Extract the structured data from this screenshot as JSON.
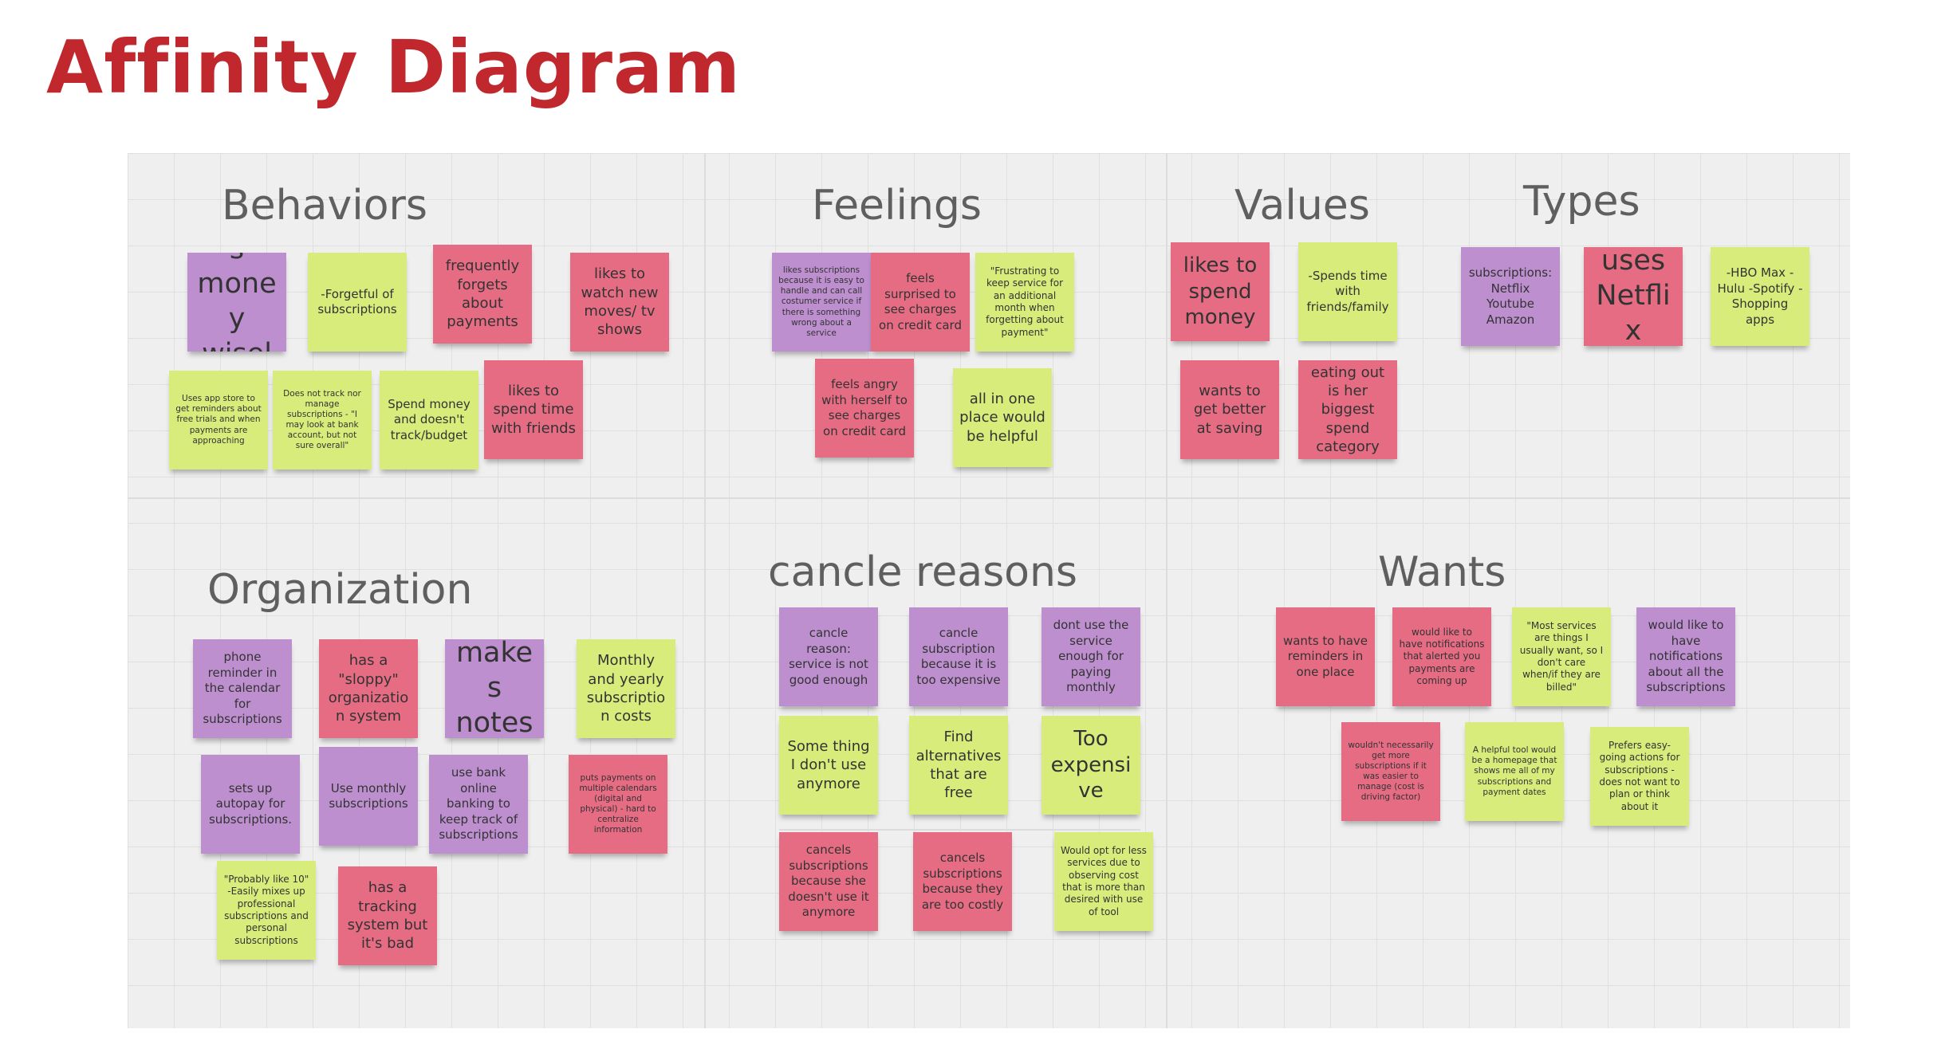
{
  "title": "Affinity Diagram",
  "colors": {
    "title": "#c1282d",
    "purple_note": "#bd8fcf",
    "red_note": "#e66c84",
    "yellow_note": "#d8ec7c",
    "board": "#efefef"
  },
  "groups": {
    "behaviors": {
      "heading": "Behaviors",
      "notes": [
        "spends money wisely",
        "-Forgetful of subscriptions",
        "frequently forgets about payments",
        "likes to watch new moves/ tv shows",
        "Uses app store to get reminders about free trials and when payments are approaching",
        "Does not track nor manage subscriptions - \"I may look at bank account, but not sure overall\"",
        "Spend money and doesn't track/budget",
        "likes to spend time with friends"
      ]
    },
    "feelings": {
      "heading": "Feelings",
      "notes": [
        "likes subscriptions because it is easy to handle and can call costumer service if there is something wrong about a service",
        "feels surprised to see charges on credit card",
        "\"Frustrating to keep service for an additional month when forgetting about payment\"",
        "feels angry with herself to see charges on credit card",
        "all in one place would be helpful"
      ]
    },
    "values": {
      "heading": "Values",
      "notes": [
        "likes to spend money",
        "-Spends time with friends/family",
        "wants to get better at saving",
        "eating out is her biggest spend category"
      ]
    },
    "types": {
      "heading": "Types",
      "notes": [
        "subscriptions: Netflix Youtube Amazon",
        "uses Netflix",
        "-HBO Max -Hulu -Spotify -Shopping apps"
      ]
    },
    "organization": {
      "heading": "Organization",
      "notes": [
        "phone reminder in the calendar for subscriptions",
        "has a \"sloppy\" organization system",
        "makes notes",
        "Monthly and yearly subscription costs",
        "sets up autopay for subscriptions.",
        "Use monthly subscriptions",
        "use bank online banking to keep track of subscriptions",
        "puts payments on multiple calendars (digital and physical) - hard to centralize information",
        "\"Probably like 10\" -Easily mixes up professional subscriptions and personal subscriptions",
        "has a tracking system but it's bad"
      ]
    },
    "cancel_reasons": {
      "heading": "cancle reasons",
      "notes": [
        "cancle reason: service is not good enough",
        "cancle subscription because it is too expensive",
        "dont use the service enough for paying monthly",
        "Some thing I don't use anymore",
        "Find alternatives that are free",
        "Too expensive",
        "cancels subscriptions because she doesn't use it anymore",
        "cancels subscriptions because they are too costly",
        "Would opt for less services due to observing cost that is more than desired with use of tool"
      ]
    },
    "wants": {
      "heading": "Wants",
      "notes": [
        "wants to have reminders in one place",
        "would like to have notifications that alerted you payments are coming up",
        "\"Most services are things I usually want, so I don't care when/if they are billed\"",
        "would like to have notifications about all the subscriptions",
        "wouldn't necessarily get more subscriptions if it was easier to manage (cost is driving factor)",
        "A helpful tool would be a homepage that shows me all of my subscriptions and payment dates",
        "Prefers easy-going actions for subscriptions - does not want to plan or think about it"
      ]
    }
  }
}
